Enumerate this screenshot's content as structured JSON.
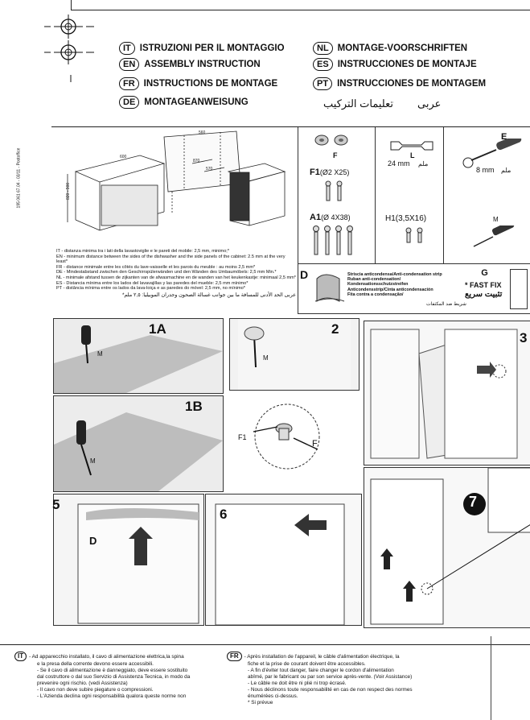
{
  "side_code": "195 061 67.04 - 03/11 - Postoffice",
  "headings": {
    "it": {
      "code": "IT",
      "text": "ISTRUZIONI PER IL MONTAGGIO"
    },
    "en": {
      "code": "EN",
      "text": "ASSEMBLY INSTRUCTION"
    },
    "fr": {
      "code": "FR",
      "text": "INSTRUCTIONS DE MONTAGE"
    },
    "de": {
      "code": "DE",
      "text": "MONTAGEANWEISUNG"
    },
    "nl": {
      "code": "NL",
      "text": "MONTAGE-VOORSCHRIFTEN"
    },
    "es": {
      "code": "ES",
      "text": "INSTRUCCIONES DE MONTAJE"
    },
    "pt": {
      "code": "PT",
      "text": "INSTRUCCIONES  DE MONTAGEM"
    },
    "ar": {
      "code": "عربى",
      "text": "تعليمات التركيب"
    }
  },
  "dimensions": [
    "820 - 900",
    "600",
    "560",
    "870",
    "570"
  ],
  "distance_notes": [
    "IT - distanza minima tra i lati della lavastoviglie e le pareti del mobile: 2,5 mm, minimo;*",
    "EN - minimum distance between the sides of the dishwasher and the side panels of the cabinet: 2.5 mm at the very least*",
    "FR - distance minimale entre les côtés du lave-vaisselle et les parois du meuble : au moins 2,5 mm*",
    "DE - Mindestabstand zwischen den Geschirrspülerwänden und den Wänden des Umbaumöbels:  2,5 mm Min.*",
    "NL - minimale afstand tussen de zijkanten van de afwasmachine en de wanden van het keukenkastje: minimaal 2,5 mm*",
    "ES - Distancia mínima entre los lados del lavavajillas y las paredes del mueble: 2,5 mm mínimo*",
    "PT - distância mínima entre os lados da lava-loiça e as paredes do móvel: 2,5 mm, no mínimo*",
    "عربى  الحد الأدنى للمسافة ما بين جوانب غسالة الصحون وجدران الموبيليا: ٢,٥ ملم*"
  ],
  "parts": {
    "F": "F",
    "F1": "F1",
    "F1_spec": "(Ø2 X25)",
    "A1": "A1",
    "A1_spec": "(Ø 4X38)",
    "H1": "H1(3,5X16)",
    "L": "L",
    "L_size": "24 mm",
    "L_ar": "ملم",
    "E": "E",
    "E_size": "8 mm",
    "E_ar": "ملم",
    "M": "M"
  },
  "strip": {
    "letter": "D",
    "lines": [
      "Striscia anticondensa/Anti-condensation strip",
      "Ruban anti-condensation/",
      "Kondensationsschutzstreifen",
      "Anticondensstrip/Cinta anticondensación",
      "Fita contra a condensação/"
    ],
    "ar": "شريط ضد المكثفات"
  },
  "fastfix": {
    "letter": "G",
    "label": "* FAST FIX",
    "ar": "تثبيت سريع"
  },
  "steps": {
    "s1a": "1A",
    "s1b": "1B",
    "s2": "2",
    "s3": "3",
    "s5": "5",
    "s6": "6",
    "s7": "7",
    "m": "M",
    "d": "D",
    "f1": "F1",
    "f": "F"
  },
  "bottom_it": {
    "code": "IT",
    "lines": [
      "- Ad apparecchio installato, il cavo di alimentazione elettrica,la spina",
      "e la presa della corrente devono essere accessibili.",
      "- Se il cavo di alimentazione è danneggiato, deve essere sostituito",
      "dal costruttore o dal suo Servizio di Assistenza Tecnica, in modo da",
      "prevenire ogni rischio. (vedi Assistenza)",
      "- Il cavo non deve subire piegature o compressioni.",
      "- L'Azienda declina ogni responsabilità qualora queste norme non"
    ]
  },
  "bottom_fr": {
    "code": "FR",
    "lines": [
      "- Après installation de l'appareil, le câble d'alimentation électrique, la",
      "fiche et la prise de courant doivent être accessibles.",
      "- A fin d'éviter tout danger, faire changer le cordon d'alimentation",
      "abîmé, par le fabricant ou par son service après-vente. (Voir Assistance)",
      "- Le câble ne doit être ni plié ni trop écrasé.",
      "- Nous déclinons toute responsabilité en cas de non respect des normes",
      "énumérées ci-dessus.",
      "* Si prévue"
    ]
  }
}
